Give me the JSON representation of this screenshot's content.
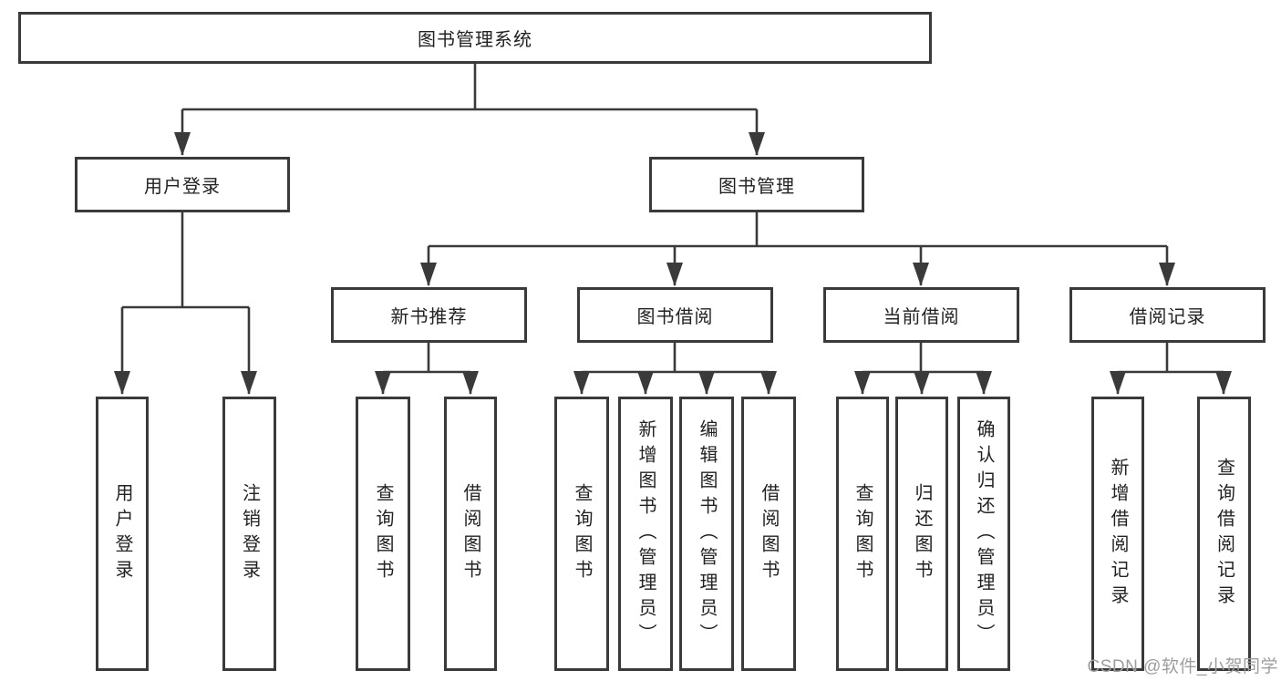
{
  "tree": {
    "root": {
      "label": "图书管理系统"
    },
    "branches": [
      {
        "label": "用户登录",
        "children": [
          {
            "label": "用户登录"
          },
          {
            "label": "注销登录"
          }
        ]
      },
      {
        "label": "图书管理",
        "children": [
          {
            "label": "新书推荐",
            "children": [
              {
                "label": "查询图书"
              },
              {
                "label": "借阅图书"
              }
            ]
          },
          {
            "label": "图书借阅",
            "children": [
              {
                "label": "查询图书"
              },
              {
                "label": "新增图书（管理员）"
              },
              {
                "label": "编辑图书（管理员）"
              },
              {
                "label": "借阅图书"
              }
            ]
          },
          {
            "label": "当前借阅",
            "children": [
              {
                "label": "查询图书"
              },
              {
                "label": "归还图书"
              },
              {
                "label": "确认归还（管理员）"
              }
            ]
          },
          {
            "label": "借阅记录",
            "children": [
              {
                "label": "新增借阅记录"
              },
              {
                "label": "查询借阅记录"
              }
            ]
          }
        ]
      }
    ]
  },
  "watermark": {
    "text": "CSDN @软件_小贺同学"
  },
  "colors": {
    "line": "#3a3a3a",
    "box_border": "#3a3a3a",
    "text": "#222222",
    "watermark": "#9e9e9e",
    "background": "#ffffff"
  }
}
